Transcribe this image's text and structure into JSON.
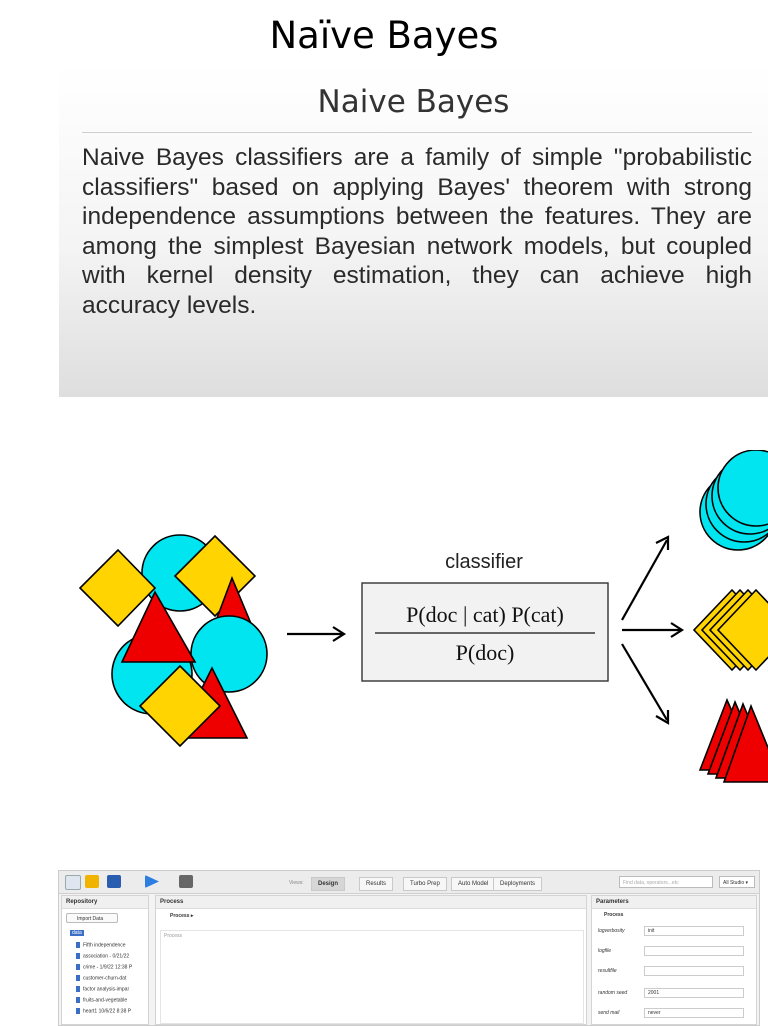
{
  "page_title": "Naïve Bayes",
  "slide": {
    "title": "Naive Bayes",
    "body": "Naive Bayes classifiers are a family of simple \"probabilistic classifiers\" based on applying Bayes' theorem with strong independence assumptions between the features. They are among the simplest Bayesian network models, but coupled with kernel density estimation, they can achieve high accuracy levels."
  },
  "diagram": {
    "classifier_label": "classifier",
    "formula_numerator": "P(doc | cat) P(cat)",
    "formula_denominator": "P(doc)",
    "colors": {
      "circle": "#00e5ef",
      "diamond": "#ffd400",
      "triangle": "#ee0000"
    }
  },
  "rapidminer": {
    "views_label": "Views:",
    "tabs": [
      "Design",
      "Results",
      "Turbo Prep",
      "Auto Model",
      "Deployments"
    ],
    "search_placeholder": "Find data, operators...etc",
    "studio_label": "All Studio ▾",
    "repository": {
      "title": "Repository",
      "import_button": "Import Data",
      "root": "data",
      "items": [
        "Fifth independence",
        "association - 0/21/22",
        "crime - 1/9/22 12:38 P",
        "customer-churn-dat",
        "factor analysis-impar",
        "fruits-and-vegetable",
        "heart1 10/6/22 8:38 P"
      ]
    },
    "process": {
      "title": "Process",
      "breadcrumb": "Process ▸",
      "canvas_label": "Process"
    },
    "parameters": {
      "title": "Parameters",
      "process_label": "Process",
      "rows": [
        {
          "label": "logverbosity",
          "value": "init"
        },
        {
          "label": "logfile",
          "value": ""
        },
        {
          "label": "resultfile",
          "value": ""
        },
        {
          "label": "random seed",
          "value": "2001"
        },
        {
          "label": "send mail",
          "value": "never"
        }
      ]
    }
  }
}
